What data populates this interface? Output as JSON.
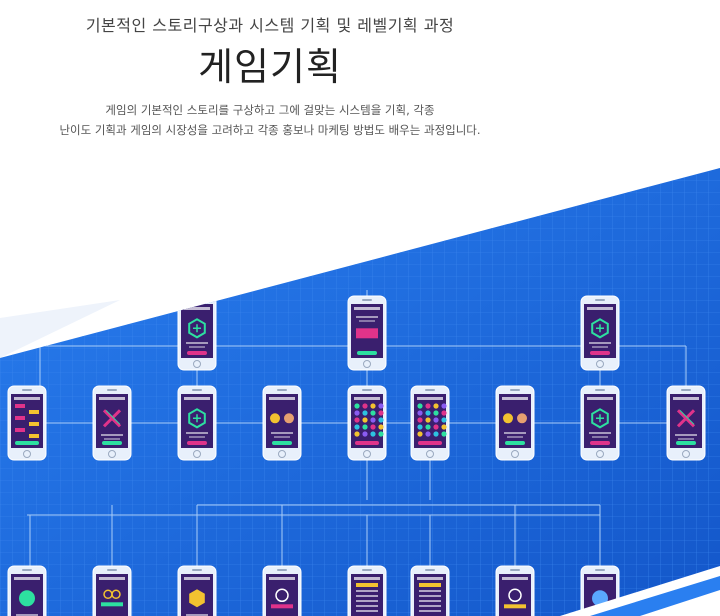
{
  "header": {
    "subtitle": "기본적인 스토리구상과 시스템 기획 및 레벨기획 과정",
    "title": "게임기획",
    "description_line1": "게임의 기본적인 스토리를 구상하고 그에 걸맞는 시스템을 기획, 각종",
    "description_line2": "난이도 기획과 게임의 시장성을 고려하고 각종 홍보나 마케팅 방법도 배우는 과정입니다."
  },
  "colors": {
    "blueprint_bg": "#1f6fe0",
    "grid": "#3a86ee",
    "connector": "#9cc4f7",
    "phone_body": "#e8f0fb",
    "screen_bg": "#3a1f6e",
    "accent_green": "#2de0a0",
    "accent_pink": "#e0338a",
    "accent_yellow": "#f2c230"
  },
  "phones": {
    "top_row": [
      {
        "type": "hex-shield"
      },
      {
        "type": "result-red"
      },
      {
        "type": "hex-shield"
      }
    ],
    "middle_row": [
      {
        "type": "level-map"
      },
      {
        "type": "crossed-swords"
      },
      {
        "type": "hex-shield"
      },
      {
        "type": "versus"
      },
      {
        "type": "gem-board"
      },
      {
        "type": "gem-board"
      },
      {
        "type": "versus"
      },
      {
        "type": "hex-shield"
      },
      {
        "type": "crossed-swords"
      }
    ],
    "bottom_row": [
      {
        "type": "badge-green"
      },
      {
        "type": "you-win"
      },
      {
        "type": "hexagon-yellow"
      },
      {
        "type": "you-lose"
      },
      {
        "type": "score-list"
      },
      {
        "type": "score-list"
      },
      {
        "type": "you-lose-2"
      },
      {
        "type": "badge-blue"
      }
    ]
  }
}
